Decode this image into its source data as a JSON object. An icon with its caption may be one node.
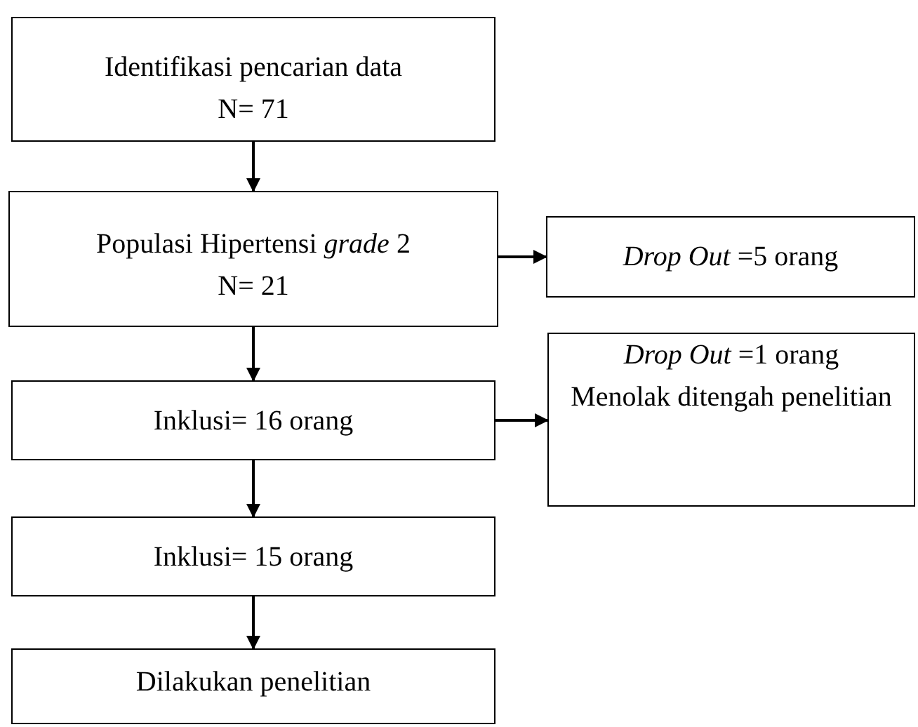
{
  "diagram": {
    "nodes": [
      {
        "text": [
          "Identifikasi pencarian data",
          "N= 71"
        ]
      },
      {
        "text": [
          "Populasi Hipertensi *grade* 2",
          "N= 21"
        ]
      },
      {
        "text": [
          "*Drop Out* =5 orang"
        ]
      },
      {
        "text": [
          "Inklusi= 16 orang"
        ]
      },
      {
        "text": [
          "*Drop Out* =1 orang",
          "Menolak ditengah penelitian"
        ]
      },
      {
        "text": [
          "Inklusi= 15 orang"
        ]
      },
      {
        "text": [
          "Dilakukan penelitian"
        ]
      }
    ],
    "edges": [
      {
        "from": 0,
        "to": 1,
        "arrow": "to"
      },
      {
        "from": 1,
        "to": 2,
        "arrow": "to"
      },
      {
        "from": 1,
        "to": 3,
        "arrow": "to"
      },
      {
        "from": 3,
        "to": 4,
        "arrow": "to"
      },
      {
        "from": 3,
        "to": 5,
        "arrow": "to"
      },
      {
        "from": 5,
        "to": 6,
        "arrow": "to"
      }
    ]
  }
}
